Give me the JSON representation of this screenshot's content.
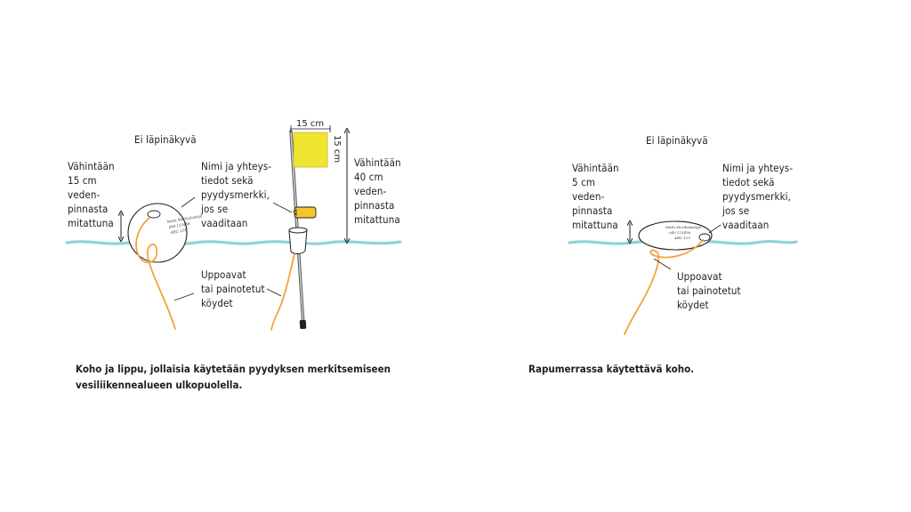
{
  "left_panel": {
    "opacity_label": "Ei läpinäkyvä",
    "buoy_height_label": "Vähintään\n15 cm\nveden-\npinnasta\nmitattuna",
    "flag_width_label": "15 cm",
    "flag_height_label": "15 cm",
    "flag_height_min_label": "Vähintään\n40 cm\nveden-\npinnasta\nmitattuna",
    "contact_label": "Nimi ja yhteys-\ntiedot sekä\npyydysmerkki,\njos se\nvaaditaan",
    "rope_label": "Uppoavat\ntai painotetut\nköydet",
    "caption": "Koho ja lippu, jollaisia käytetään pyydyksen merkitsemiseen\nvesiliikennealueen ulkopuolella."
  },
  "right_panel": {
    "opacity_label": "Ei läpinäkyvä",
    "buoy_height_label": "Vähintään\n5 cm\nveden-\npinnasta\nmitattuna",
    "contact_label": "Nimi ja yhteys-\ntiedot sekä\npyydysmerkki,\njos se\nvaaditaan",
    "rope_label": "Uppoavat\ntai painotetut\nköydet",
    "caption": "Rapumerrassa käytettävä koho."
  },
  "colors": {
    "water": "#8fd3d6",
    "rope": "#f5a23a",
    "flag": "#f0e531",
    "marker_tag": "#f5c62c",
    "pole": "#555555",
    "line": "#1f1f1f"
  }
}
